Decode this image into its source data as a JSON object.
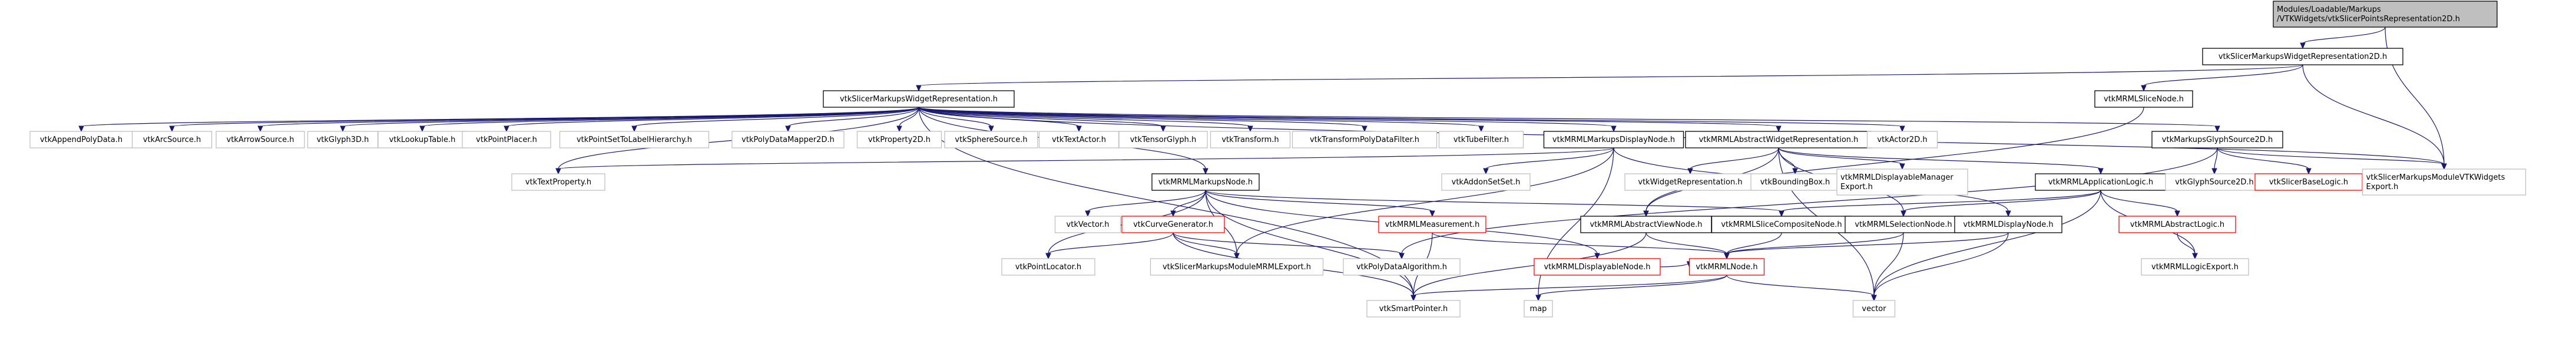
{
  "nodes": [
    {
      "id": "root",
      "lines": [
        "Modules/Loadable/Markups",
        "/VTKWidgets/vtkSlicerPointsRepresentation2D.h"
      ],
      "style": "root"
    },
    {
      "id": "smwr2d",
      "lines": [
        "vtkSlicerMarkupsWidgetRepresentation2D.h"
      ],
      "style": "key"
    },
    {
      "id": "smwr",
      "lines": [
        "vtkSlicerMarkupsWidgetRepresentation.h"
      ],
      "style": "key"
    },
    {
      "id": "mrmlslicenode",
      "lines": [
        "vtkMRMLSliceNode.h"
      ],
      "style": "key"
    },
    {
      "id": "appendpoly",
      "lines": [
        "vtkAppendPolyData.h"
      ],
      "style": "plain"
    },
    {
      "id": "arcsource",
      "lines": [
        "vtkArcSource.h"
      ],
      "style": "plain"
    },
    {
      "id": "arrowsource",
      "lines": [
        "vtkArrowSource.h"
      ],
      "style": "plain"
    },
    {
      "id": "glyph3d",
      "lines": [
        "vtkGlyph3D.h"
      ],
      "style": "plain"
    },
    {
      "id": "lookuptable",
      "lines": [
        "vtkLookupTable.h"
      ],
      "style": "plain"
    },
    {
      "id": "pointplacer",
      "lines": [
        "vtkPointPlacer.h"
      ],
      "style": "plain"
    },
    {
      "id": "pointsettolabel",
      "lines": [
        "vtkPointSetToLabelHierarchy.h"
      ],
      "style": "plain"
    },
    {
      "id": "polydatamapper2d",
      "lines": [
        "vtkPolyDataMapper2D.h"
      ],
      "style": "plain"
    },
    {
      "id": "property2d",
      "lines": [
        "vtkProperty2D.h"
      ],
      "style": "plain"
    },
    {
      "id": "spheresource",
      "lines": [
        "vtkSphereSource.h"
      ],
      "style": "plain"
    },
    {
      "id": "textactor",
      "lines": [
        "vtkTextActor.h"
      ],
      "style": "plain"
    },
    {
      "id": "tensorglyph",
      "lines": [
        "vtkTensorGlyph.h"
      ],
      "style": "plain"
    },
    {
      "id": "transform",
      "lines": [
        "vtkTransform.h"
      ],
      "style": "plain"
    },
    {
      "id": "transformpolyfilter",
      "lines": [
        "vtkTransformPolyDataFilter.h"
      ],
      "style": "plain"
    },
    {
      "id": "tubefilter",
      "lines": [
        "vtkTubeFilter.h"
      ],
      "style": "plain"
    },
    {
      "id": "mrmlmarkupsdisplaynode",
      "lines": [
        "vtkMRMLMarkupsDisplayNode.h"
      ],
      "style": "key"
    },
    {
      "id": "mrmlabstractwidgetrep",
      "lines": [
        "vtkMRMLAbstractWidgetRepresentation.h"
      ],
      "style": "key"
    },
    {
      "id": "actor2d",
      "lines": [
        "vtkActor2D.h"
      ],
      "style": "plain"
    },
    {
      "id": "markupsglyphsource2d",
      "lines": [
        "vtkMarkupsGlyphSource2D.h"
      ],
      "style": "key"
    },
    {
      "id": "textproperty",
      "lines": [
        "vtkTextProperty.h"
      ],
      "style": "plain"
    },
    {
      "id": "mrmlmarkupsnode",
      "lines": [
        "vtkMRMLMarkupsNode.h"
      ],
      "style": "key"
    },
    {
      "id": "addonsetset",
      "lines": [
        "vtkAddonSetSet.h"
      ],
      "style": "plain"
    },
    {
      "id": "widgetrepresentation",
      "lines": [
        "vtkWidgetRepresentation.h"
      ],
      "style": "plain"
    },
    {
      "id": "boundingbox",
      "lines": [
        "vtkBoundingBox.h"
      ],
      "style": "plain"
    },
    {
      "id": "mrmldisplayablemanagerexport",
      "lines": [
        "vtkMRMLDisplayableManager",
        "Export.h"
      ],
      "style": "plain"
    },
    {
      "id": "mrmlapplicationlogic",
      "lines": [
        "vtkMRMLApplicationLogic.h"
      ],
      "style": "key"
    },
    {
      "id": "glyphsource2d",
      "lines": [
        "vtkGlyphSource2D.h"
      ],
      "style": "plain"
    },
    {
      "id": "slicerbaselogic",
      "lines": [
        "vtkSlicerBaseLogic.h"
      ],
      "style": "red"
    },
    {
      "id": "slicermarkupsmodulevtkwidgetsexport",
      "lines": [
        "vtkSlicerMarkupsModuleVTKWidgets",
        "Export.h"
      ],
      "style": "plain"
    },
    {
      "id": "vtkvector",
      "lines": [
        "vtkVector.h"
      ],
      "style": "plain"
    },
    {
      "id": "curvegenerator",
      "lines": [
        "vtkCurveGenerator.h"
      ],
      "style": "red"
    },
    {
      "id": "mrmlmeasurement",
      "lines": [
        "vtkMRMLMeasurement.h"
      ],
      "style": "red"
    },
    {
      "id": "mrmlabstractviewnode",
      "lines": [
        "vtkMRMLAbstractViewNode.h"
      ],
      "style": "key"
    },
    {
      "id": "mrmlslicecompositenode",
      "lines": [
        "vtkMRMLSliceCompositeNode.h"
      ],
      "style": "key"
    },
    {
      "id": "mrmlselectionnode",
      "lines": [
        "vtkMRMLSelectionNode.h"
      ],
      "style": "key"
    },
    {
      "id": "mrmldisplaynode",
      "lines": [
        "vtkMRMLDisplayNode.h"
      ],
      "style": "key"
    },
    {
      "id": "mrmlabstractlogic",
      "lines": [
        "vtkMRMLAbstractLogic.h"
      ],
      "style": "red"
    },
    {
      "id": "pointlocator",
      "lines": [
        "vtkPointLocator.h"
      ],
      "style": "plain"
    },
    {
      "id": "slicermarkupsmodulemrmlexport",
      "lines": [
        "vtkSlicerMarkupsModuleMRMLExport.h"
      ],
      "style": "plain"
    },
    {
      "id": "polydataalgorithm",
      "lines": [
        "vtkPolyDataAlgorithm.h"
      ],
      "style": "plain"
    },
    {
      "id": "mrmldisplayablenode",
      "lines": [
        "vtkMRMLDisplayableNode.h"
      ],
      "style": "red"
    },
    {
      "id": "mrmlnode",
      "lines": [
        "vtkMRMLNode.h"
      ],
      "style": "red"
    },
    {
      "id": "mrmllogicexport",
      "lines": [
        "vtkMRMLLogicExport.h"
      ],
      "style": "plain"
    },
    {
      "id": "smartpointer",
      "lines": [
        "vtkSmartPointer.h"
      ],
      "style": "plain"
    },
    {
      "id": "map",
      "lines": [
        "map"
      ],
      "style": "plain"
    },
    {
      "id": "vector",
      "lines": [
        "vector"
      ],
      "style": "plain"
    }
  ],
  "edges": [
    [
      "root",
      "smwr2d"
    ],
    [
      "root",
      "slicermarkupsmodulevtkwidgetsexport"
    ],
    [
      "smwr2d",
      "smwr"
    ],
    [
      "smwr2d",
      "mrmlslicenode"
    ],
    [
      "smwr2d",
      "slicermarkupsmodulevtkwidgetsexport"
    ],
    [
      "smwr",
      "appendpoly"
    ],
    [
      "smwr",
      "arcsource"
    ],
    [
      "smwr",
      "arrowsource"
    ],
    [
      "smwr",
      "glyph3d"
    ],
    [
      "smwr",
      "lookuptable"
    ],
    [
      "smwr",
      "pointplacer"
    ],
    [
      "smwr",
      "pointsettolabel"
    ],
    [
      "smwr",
      "polydatamapper2d"
    ],
    [
      "smwr",
      "property2d"
    ],
    [
      "smwr",
      "spheresource"
    ],
    [
      "smwr",
      "textactor"
    ],
    [
      "smwr",
      "tensorglyph"
    ],
    [
      "smwr",
      "transform"
    ],
    [
      "smwr",
      "transformpolyfilter"
    ],
    [
      "smwr",
      "tubefilter"
    ],
    [
      "smwr",
      "mrmlmarkupsdisplaynode"
    ],
    [
      "smwr",
      "mrmlabstractwidgetrep"
    ],
    [
      "smwr",
      "actor2d"
    ],
    [
      "smwr",
      "markupsglyphsource2d"
    ],
    [
      "smwr",
      "textproperty"
    ],
    [
      "smwr",
      "mrmlmarkupsnode"
    ],
    [
      "smwr",
      "smartpointer"
    ],
    [
      "smwr",
      "slicermarkupsmodulevtkwidgetsexport"
    ],
    [
      "mrmlslicenode",
      "mrmlabstractviewnode"
    ],
    [
      "mrmlmarkupsdisplaynode",
      "textproperty"
    ],
    [
      "mrmlmarkupsdisplaynode",
      "addonsetset"
    ],
    [
      "mrmlmarkupsdisplaynode",
      "mrmldisplaynode"
    ],
    [
      "mrmlmarkupsdisplaynode",
      "slicermarkupsmodulemrmlexport"
    ],
    [
      "mrmlmarkupsdisplaynode",
      "map"
    ],
    [
      "mrmlabstractwidgetrep",
      "widgetrepresentation"
    ],
    [
      "mrmlabstractwidgetrep",
      "boundingbox"
    ],
    [
      "mrmlabstractwidgetrep",
      "mrmldisplayablemanagerexport"
    ],
    [
      "mrmlabstractwidgetrep",
      "mrmlapplicationlogic"
    ],
    [
      "mrmlabstractwidgetrep",
      "mrmlabstractviewnode"
    ],
    [
      "mrmlabstractwidgetrep",
      "mrmlselectionnode"
    ],
    [
      "mrmlabstractwidgetrep",
      "vector"
    ],
    [
      "markupsglyphsource2d",
      "glyphsource2d"
    ],
    [
      "markupsglyphsource2d",
      "slicerbaselogic"
    ],
    [
      "markupsglyphsource2d",
      "slicermarkupsmodulevtkwidgetsexport"
    ],
    [
      "markupsglyphsource2d",
      "polydataalgorithm"
    ],
    [
      "mrmlmarkupsnode",
      "vtkvector"
    ],
    [
      "mrmlmarkupsnode",
      "curvegenerator"
    ],
    [
      "mrmlmarkupsnode",
      "mrmlmeasurement"
    ],
    [
      "mrmlmarkupsnode",
      "pointlocator"
    ],
    [
      "mrmlmarkupsnode",
      "slicermarkupsmodulemrmlexport"
    ],
    [
      "mrmlmarkupsnode",
      "mrmldisplayablenode"
    ],
    [
      "mrmlmarkupsnode",
      "smartpointer"
    ],
    [
      "mrmlmarkupsnode",
      "mrmlslicecompositenode"
    ],
    [
      "mrmlapplicationlogic",
      "mrmlslicecompositenode"
    ],
    [
      "mrmlapplicationlogic",
      "mrmlselectionnode"
    ],
    [
      "mrmlapplicationlogic",
      "mrmlabstractlogic"
    ],
    [
      "mrmlapplicationlogic",
      "mrmllogicexport"
    ],
    [
      "mrmlapplicationlogic",
      "vector"
    ],
    [
      "curvegenerator",
      "pointlocator"
    ],
    [
      "curvegenerator",
      "slicermarkupsmodulemrmlexport"
    ],
    [
      "curvegenerator",
      "polydataalgorithm"
    ],
    [
      "curvegenerator",
      "smartpointer"
    ],
    [
      "mrmlmeasurement",
      "mrmlnode"
    ],
    [
      "mrmlmeasurement",
      "smartpointer"
    ],
    [
      "mrmlabstractviewnode",
      "mrmlnode"
    ],
    [
      "mrmlabstractviewnode",
      "smartpointer"
    ],
    [
      "mrmlslicecompositenode",
      "mrmlnode"
    ],
    [
      "mrmlselectionnode",
      "mrmlnode"
    ],
    [
      "mrmlselectionnode",
      "vector"
    ],
    [
      "mrmldisplaynode",
      "mrmlnode"
    ],
    [
      "mrmldisplaynode",
      "vector"
    ],
    [
      "mrmlabstractlogic",
      "mrmllogicexport"
    ],
    [
      "mrmldisplayablenode",
      "mrmlnode"
    ],
    [
      "mrmlnode",
      "smartpointer"
    ],
    [
      "mrmlnode",
      "map"
    ],
    [
      "mrmlnode",
      "vector"
    ]
  ]
}
